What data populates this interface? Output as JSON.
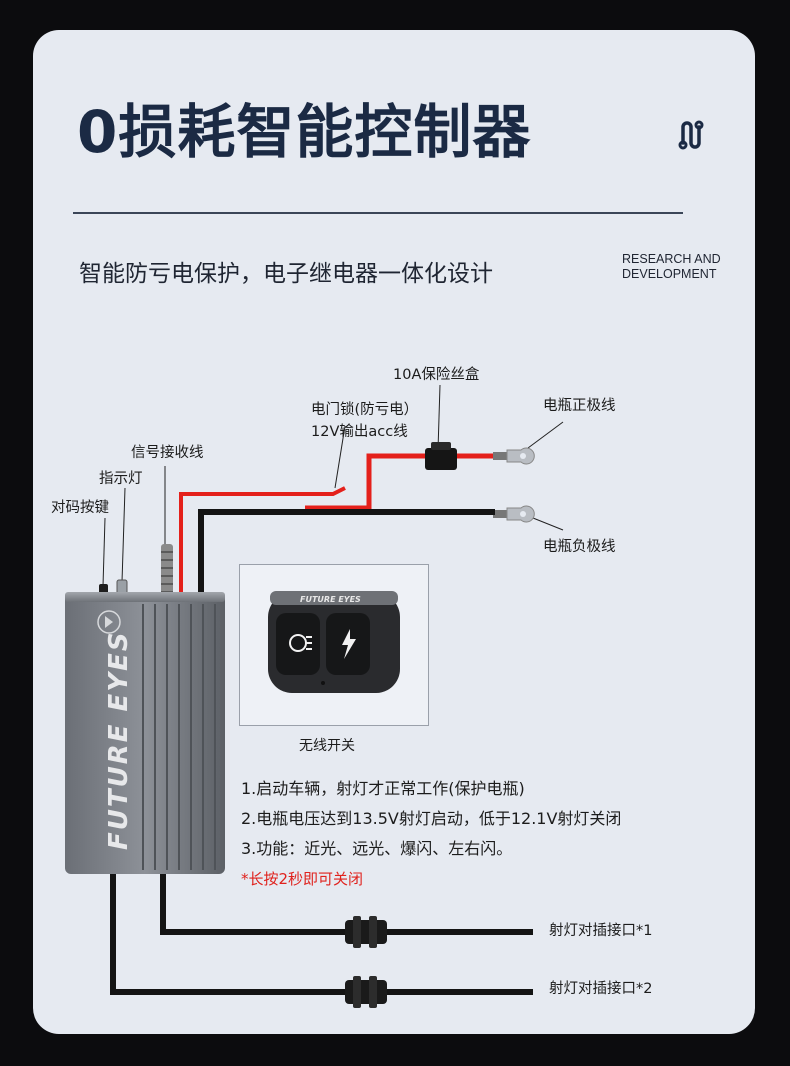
{
  "title": "0损耗智能控制器",
  "subtitle": "智能防亏电保护，电子继电器一体化设计",
  "rnd": {
    "line1": "RESEARCH AND",
    "line2": "DEVELOPMENT"
  },
  "labels": {
    "fuse_box": "10A保险丝盒",
    "door_lock_1": "电门锁(防亏电）",
    "door_lock_2": "12V输出acc线",
    "battery_positive": "电瓶正极线",
    "battery_negative": "电瓶负极线",
    "signal_wire": "信号接收线",
    "indicator": "指示灯",
    "pair_button": "对码按键",
    "wireless_switch": "无线开关",
    "connector_1": "射灯对插接口*1",
    "connector_2": "射灯对插接口*2"
  },
  "device": {
    "brand_text": "FUTURE EYES",
    "remote_text": "FUTURE EYES"
  },
  "features": [
    "1.启动车辆，射灯才正常工作(保护电瓶)",
    "2.电瓶电压达到13.5V射灯启动，低于12.1V射灯关闭",
    "3.功能：近光、远光、爆闪、左右闪。"
  ],
  "note": "*长按2秒即可关闭",
  "colors": {
    "title": "#1b2a44",
    "card": "#e6eaf1",
    "wire_red": "#e4201b",
    "wire_black": "#141414",
    "note_red": "#e0221d"
  }
}
